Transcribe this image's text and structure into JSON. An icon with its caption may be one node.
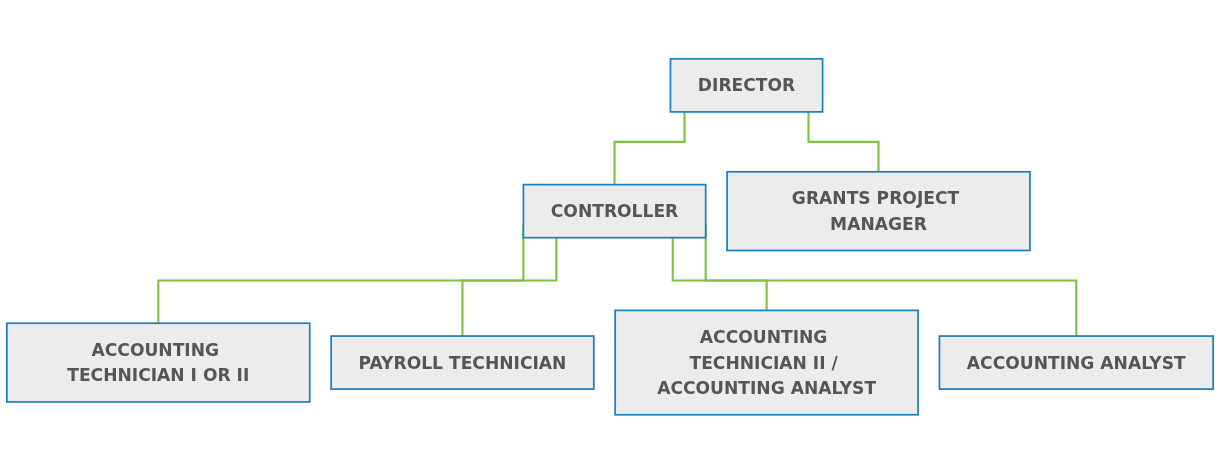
{
  "diagram": {
    "nodes": [
      {
        "text": [
          "DIRECTOR"
        ]
      },
      {
        "text": [
          "CONTROLLER"
        ]
      },
      {
        "text": [
          "GRANTS PROJECT MANAGER"
        ]
      },
      {
        "text": [
          "ACCOUNTING TECHNICIAN I OR II"
        ]
      },
      {
        "text": [
          "PAYROLL TECHNICIAN"
        ]
      },
      {
        "text": [
          "ACCOUNTING TECHNICIAN II / ACCOUNTING ANALYST"
        ]
      },
      {
        "text": [
          "ACCOUNTING ANALYST"
        ]
      }
    ],
    "edges": [
      {
        "from": 0,
        "to": 1,
        "arrow": "none"
      },
      {
        "from": 0,
        "to": 2,
        "arrow": "none"
      },
      {
        "from": 1,
        "to": 3,
        "arrow": "none"
      },
      {
        "from": 1,
        "to": 4,
        "arrow": "none"
      },
      {
        "from": 1,
        "to": 5,
        "arrow": "none"
      },
      {
        "from": 1,
        "to": 6,
        "arrow": "none"
      }
    ]
  }
}
